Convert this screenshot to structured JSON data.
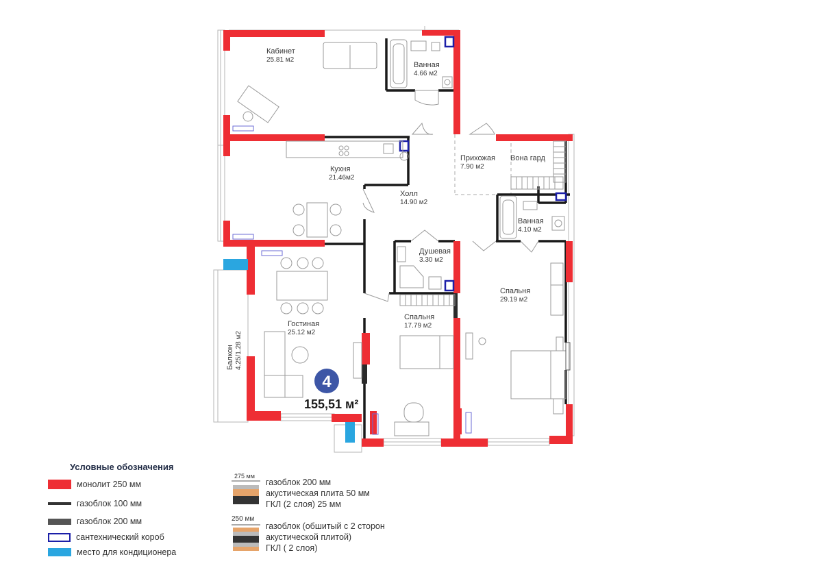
{
  "rooms": {
    "kabinet": {
      "name": "Кабинет",
      "area": "25.81 м2"
    },
    "bath1": {
      "name": "Ванная",
      "area": "4.66 м2"
    },
    "kitchen": {
      "name": "Кухня",
      "area": "21.46м2"
    },
    "hall": {
      "name": "Холл",
      "area": "14.90 м2"
    },
    "entry": {
      "name": "Прихожая",
      "area": "7.90 м2"
    },
    "wardrobe": {
      "name": "Вона гард",
      "area": ""
    },
    "bath2": {
      "name": "Ванная",
      "area": "4.10 м2"
    },
    "shower": {
      "name": "Душевая",
      "area": "3.30 м2"
    },
    "living": {
      "name": "Гостиная",
      "area": "25.12 м2"
    },
    "bedroom1": {
      "name": "Спальня",
      "area": "17.79 м2"
    },
    "bedroom2": {
      "name": "Спальня",
      "area": "29.19 м2"
    },
    "balcony": {
      "name": "Балкон",
      "area": "4.25/1.28 м2"
    }
  },
  "apartment": {
    "number": "4",
    "total_area": "155,51 м²"
  },
  "legend": {
    "title": "Условные обозначения",
    "items": [
      {
        "label": "монолит 250 мм",
        "color": "#ee2e34"
      },
      {
        "label": "газоблок 100 мм",
        "color": "#333333"
      },
      {
        "label": "газоблок 200 мм",
        "color": "#555555"
      },
      {
        "label": "сантехнический короб",
        "color": "#1b1fa8"
      },
      {
        "label": "место для кондиционера",
        "color": "#2aa6e0"
      }
    ]
  },
  "materials": [
    {
      "dim": "275 мм",
      "lines": [
        "газоблок 200 мм",
        "акустическая плита 50 мм",
        "ГКЛ (2 слоя) 25 мм"
      ]
    },
    {
      "dim": "250 мм",
      "lines": [
        "газоблок (обшитый с 2 сторон",
        "акустической плитой)",
        "ГКЛ ( 2 слоя)"
      ]
    }
  ],
  "colors": {
    "monolith": "#ee2e34",
    "wall": "#1a1a1a",
    "badge": "#3d56a6",
    "conditioner": "#2aa6e0",
    "shaft": "#1b1fa8",
    "furniture": "#9a9a9a"
  }
}
